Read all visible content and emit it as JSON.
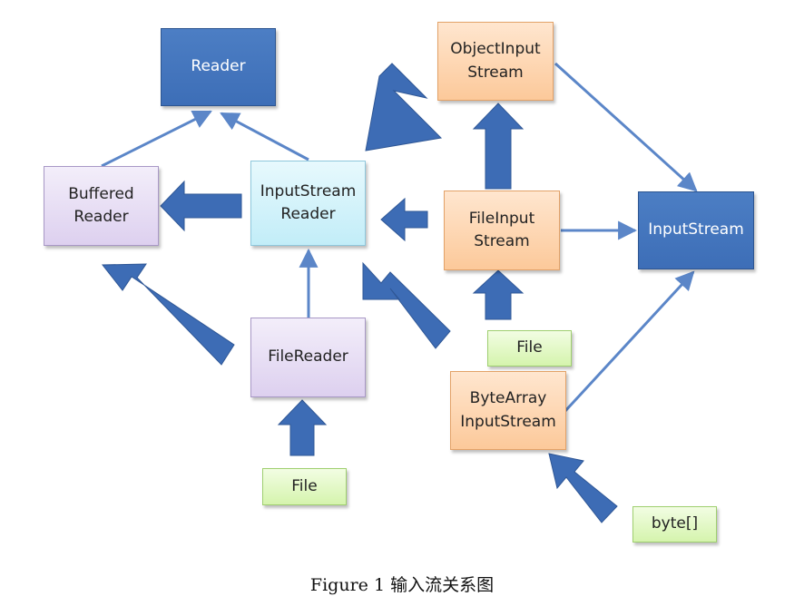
{
  "nodes": {
    "reader": "Reader",
    "buffered_reader": "Buffered\nReader",
    "inputstream_reader": "InputStream\nReader",
    "file_reader": "FileReader",
    "file_left": "File",
    "object_input_stream": "ObjectInput\nStream",
    "file_input_stream": "FileInput\nStream",
    "input_stream": "InputStream",
    "file_right": "File",
    "byte_array_input_stream": "ByteArray\nInputStream",
    "byte_array": "byte[]"
  },
  "caption": "Figure 1 输入流关系图",
  "colors": {
    "dark_blue": "#4272bb",
    "arrow_blue": "#3f6fb8",
    "line_blue": "#5b86c8",
    "purple": "#e6dcf2",
    "cyan": "#d2f3fb",
    "orange": "#fdd5b1",
    "green": "#e0f8c2"
  }
}
